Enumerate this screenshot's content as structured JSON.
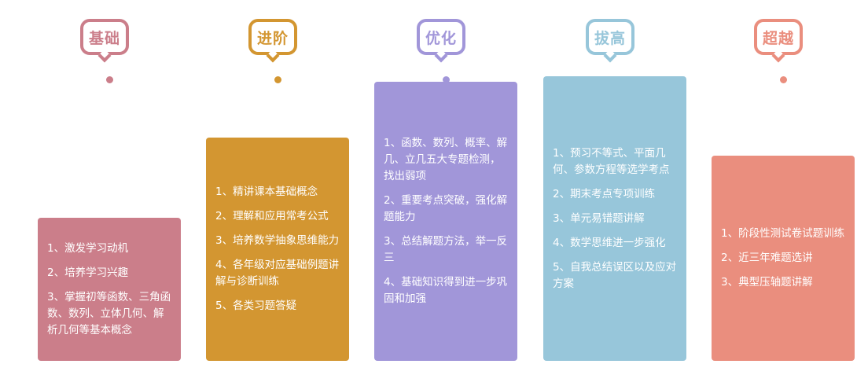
{
  "stages": [
    {
      "title": "基础",
      "color": "#cb7e8a",
      "items": [
        "1、激发学习动机",
        "2、培养学习兴趣",
        "3、掌握初等函数、三角函数、数列、立体几何、解析几何等基本概念"
      ]
    },
    {
      "title": "进阶",
      "color": "#d39631",
      "items": [
        "1、精讲课本基础概念",
        "2、理解和应用常考公式",
        "3、培养数学抽象思维能力",
        "4、各年级对应基础例题讲解与诊断训练",
        "5、各类习题答疑"
      ]
    },
    {
      "title": "优化",
      "color": "#a196d9",
      "items": [
        "1、函数、数列、概率、解几、立几五大专题检测，找出弱项",
        "2、重要考点突破，强化解题能力",
        "3、总结解题方法，举一反三",
        "4、基础知识得到进一步巩固和加强"
      ]
    },
    {
      "title": "拔高",
      "color": "#97c6da",
      "items": [
        "1、预习不等式、平面几何、参数方程等选学考点",
        "2、期末考点专项训练",
        "3、单元易错题讲解",
        "4、数学思维进一步强化",
        "5、自我总结误区以及应对方案"
      ]
    },
    {
      "title": "超越",
      "color": "#ea8e7e",
      "items": [
        "1、阶段性测试卷试题训练",
        "2、近三年难题选讲",
        "3、典型压轴题讲解"
      ]
    }
  ]
}
